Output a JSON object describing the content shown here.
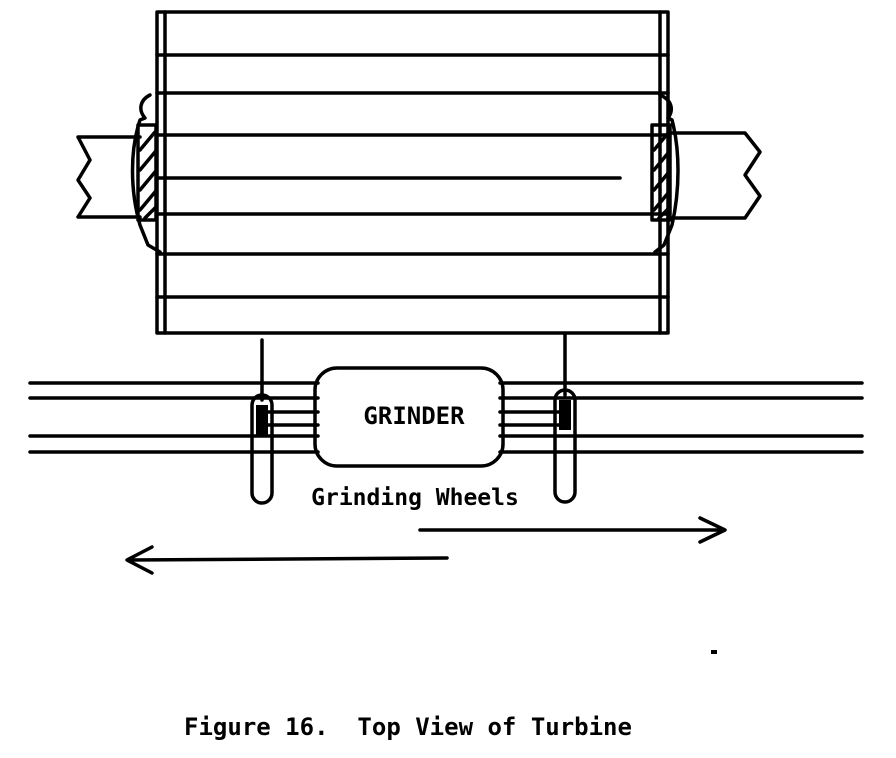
{
  "diagram": {
    "grinder_label": "GRINDER",
    "wheels_label": "Grinding Wheels",
    "caption": "Figure 16.  Top View of Turbine",
    "ink_color": "#000000",
    "background_color": "#ffffff"
  }
}
